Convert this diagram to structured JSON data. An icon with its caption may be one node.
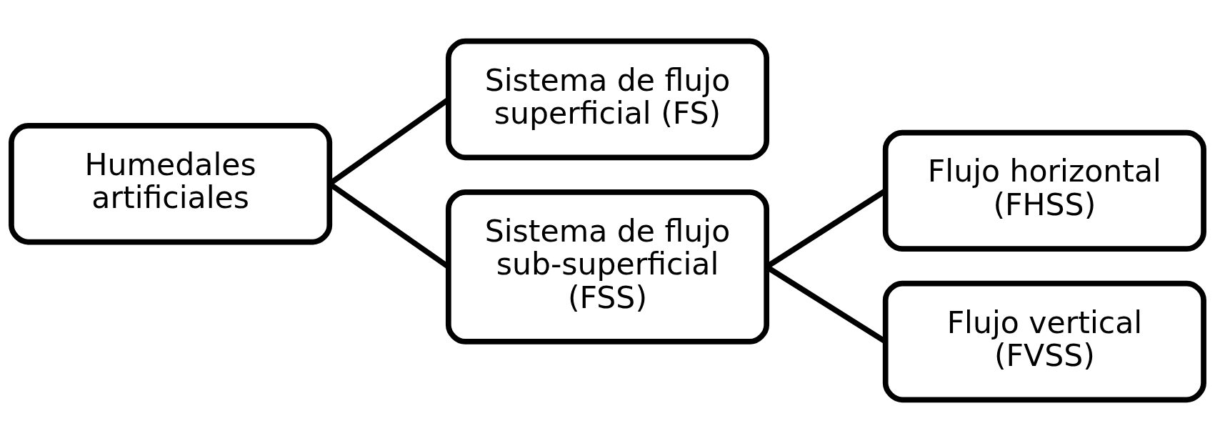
{
  "diagram": {
    "nodes": [
      {
        "text": [
          "Humedales artificiales"
        ]
      },
      {
        "text": [
          "Sistema de flujo superficial (FS)"
        ]
      },
      {
        "text": [
          "Sistema de flujo sub-superficial (FSS)"
        ]
      },
      {
        "text": [
          "Flujo horizontal (FHSS)"
        ]
      },
      {
        "text": [
          "Flujo vertical (FVSS)"
        ]
      }
    ],
    "edges": [
      {
        "from": 0,
        "to": 1,
        "arrow": "none"
      },
      {
        "from": 0,
        "to": 2,
        "arrow": "none"
      },
      {
        "from": 2,
        "to": 3,
        "arrow": "none"
      },
      {
        "from": 2,
        "to": 4,
        "arrow": "none"
      }
    ]
  }
}
